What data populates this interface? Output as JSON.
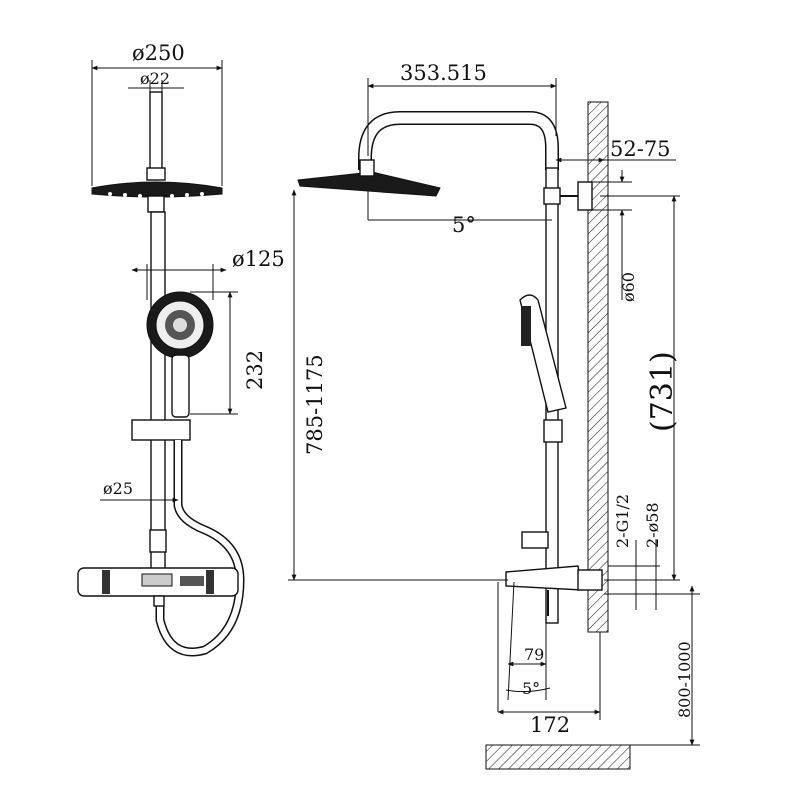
{
  "dimensions": {
    "head_diameter": "ø250",
    "arm_diameter": "ø22",
    "hand_shower_diameter": "ø125",
    "hand_shower_height": "232",
    "rail_diameter": "ø25",
    "arm_reach": "353.515",
    "wall_offset": "52-75",
    "head_tilt": "5°",
    "bracket_diameter": "ø60",
    "height_range": "785-1175",
    "center_height": "(731)",
    "inlet_thread": "2-G1/2",
    "inlet_flange": "2-ø58",
    "spout_reach": "79",
    "spout_angle": "5°",
    "mixer_depth": "172",
    "install_height": "800-1000"
  }
}
